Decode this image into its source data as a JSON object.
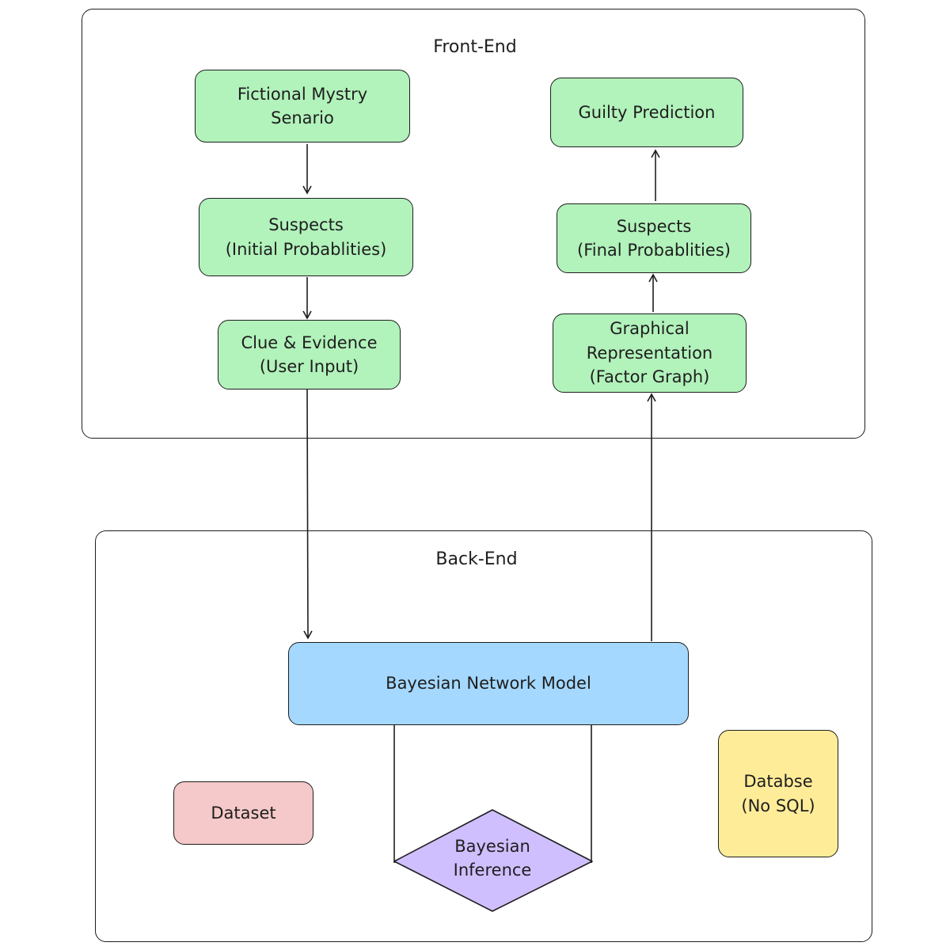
{
  "groups": {
    "frontend": {
      "title": "Front-End"
    },
    "backend": {
      "title": "Back-End"
    }
  },
  "nodes": {
    "fictional_mystery": "Fictional Mystry\nSenario",
    "suspects_initial": "Suspects\n(Initial Probablities)",
    "clue_evidence": "Clue & Evidence\n(User Input)",
    "guilty_prediction": "Guilty Prediction",
    "suspects_final": "Suspects\n(Final Probablities)",
    "graphical_representation": "Graphical\nRepresentation\n(Factor Graph)",
    "bayesian_network_model": "Bayesian Network Model",
    "dataset": "Dataset",
    "bayesian_inference": "Bayesian\nInference",
    "database": "Databse\n(No SQL)"
  },
  "colors": {
    "green": "#b2f2bb",
    "blue": "#a5d8ff",
    "red": "#f5c9c9",
    "yellow": "#ffec99",
    "purple": "#d0bfff",
    "stroke": "#1e1e1e"
  }
}
